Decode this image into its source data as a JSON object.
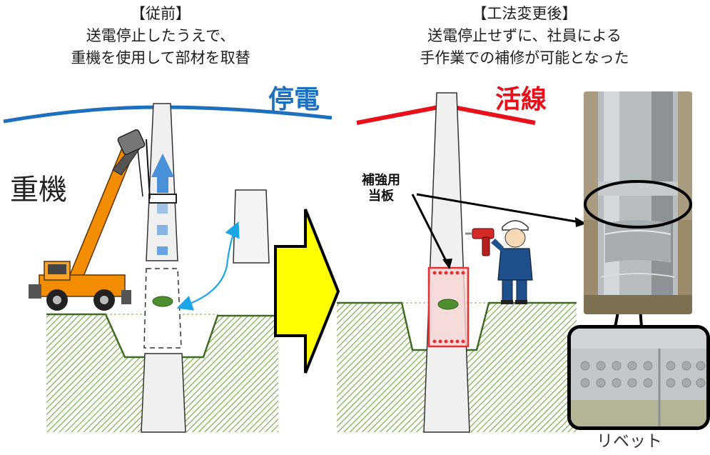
{
  "before": {
    "caption_lines": [
      "【従前】",
      "送電停止したうえで、",
      "重機を使用して部材を取替"
    ],
    "power_label": "停電",
    "machine_label": "重機"
  },
  "after": {
    "caption_lines": [
      "【工法変更後】",
      "送電停止せずに、社員による",
      "手作業での補修が可能となった"
    ],
    "power_label": "活線",
    "plate_label_lines": [
      "補強用",
      "当板"
    ]
  },
  "detail": {
    "rivet_label": "リベット"
  },
  "colors": {
    "outage_line": "#1f6fbf",
    "live_line": "#e8101b",
    "crane": "#f28c00",
    "arrow": "#ffff00",
    "hatch": "#6fa83a",
    "plate": "#e83030"
  }
}
